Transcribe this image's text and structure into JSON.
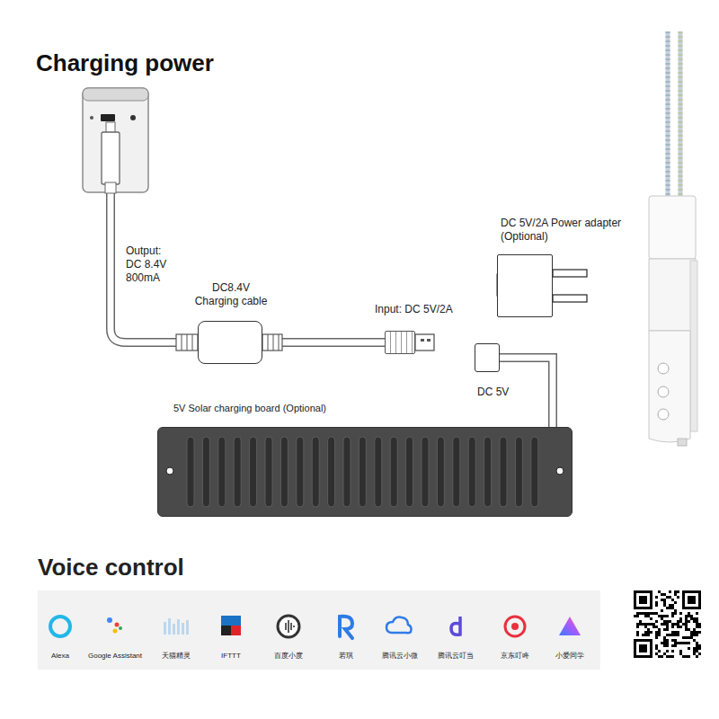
{
  "diagram": {
    "title": "Charging power",
    "nodes": [
      {
        "text": [
          "DC8.4V Charging cable"
        ]
      },
      {
        "text": [
          "Input: DC 5V/2A"
        ]
      },
      {
        "text": [
          "DC 5V/2A Power adapter (Optional)"
        ]
      },
      {
        "text": [
          "5V Solar charging board (Optional)"
        ]
      },
      {
        "text": [
          "DC 5V"
        ]
      }
    ],
    "edges": [
      {
        "from": 0,
        "to": 1,
        "arrow": "none"
      },
      {
        "from": 3,
        "to": 4,
        "arrow": "none"
      }
    ],
    "labels": [
      "Output: DC 8.4V 800mA",
      "Voice control",
      "Alexa",
      "Google Assistant",
      "天猫精灵",
      "IFTTT",
      "百度小度",
      "若琪",
      "腾讯云小微",
      "腾讯云叮当",
      "京东叮咚",
      "小爱同学"
    ]
  }
}
